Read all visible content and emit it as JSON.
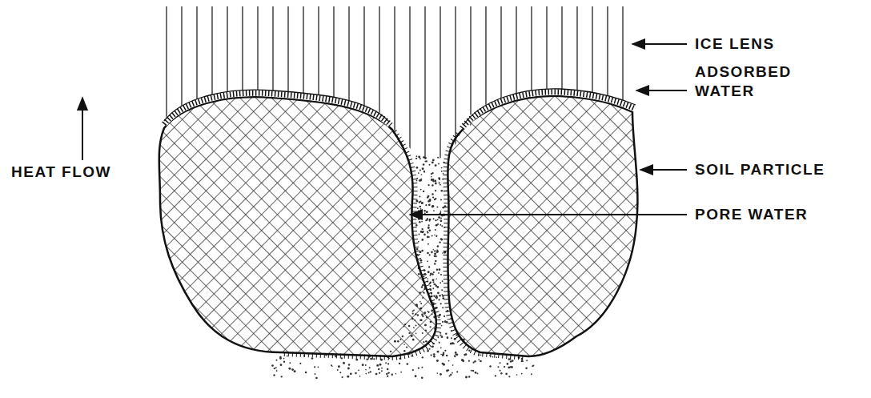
{
  "diagram": {
    "labels": [
      "ICE LENS",
      "ADSORBED WATER",
      "HEAT FLOW",
      "SOIL PARTICLE",
      "PORE WATER"
    ]
  }
}
